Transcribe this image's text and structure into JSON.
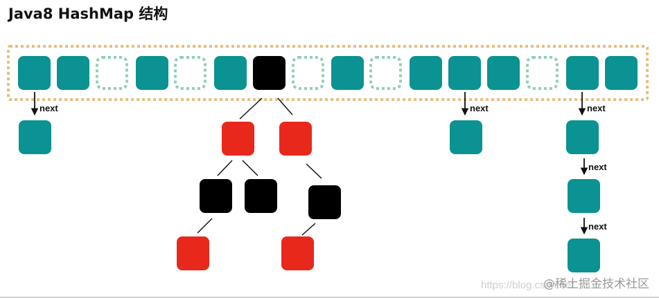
{
  "title": "Java8 HashMap 结构",
  "next_label": "next",
  "watermark": {
    "url": "https://blog.csdn.net",
    "brand": "@稀土掘金技术社区"
  },
  "colors": {
    "bucket_border": "#e8bd7c",
    "filled": "#0b9292",
    "empty_dash": "#8fd0b5",
    "red_node": "#e9281c",
    "black_node": "#000000",
    "line": "#111111"
  },
  "buckets": [
    "filled",
    "filled",
    "empty",
    "filled",
    "empty",
    "filled",
    "tree-root",
    "empty",
    "filled",
    "empty",
    "filled",
    "filled",
    "filled",
    "empty",
    "filled",
    "filled"
  ],
  "lists": [
    {
      "bucket": 0,
      "length": 1
    },
    {
      "bucket": 11,
      "length": 1
    },
    {
      "bucket": 14,
      "length": 3
    }
  ],
  "tree": {
    "root": "black",
    "level1": [
      "red",
      "red"
    ],
    "level2": [
      "black",
      "black",
      "black"
    ],
    "level3": [
      "red",
      "red"
    ]
  }
}
